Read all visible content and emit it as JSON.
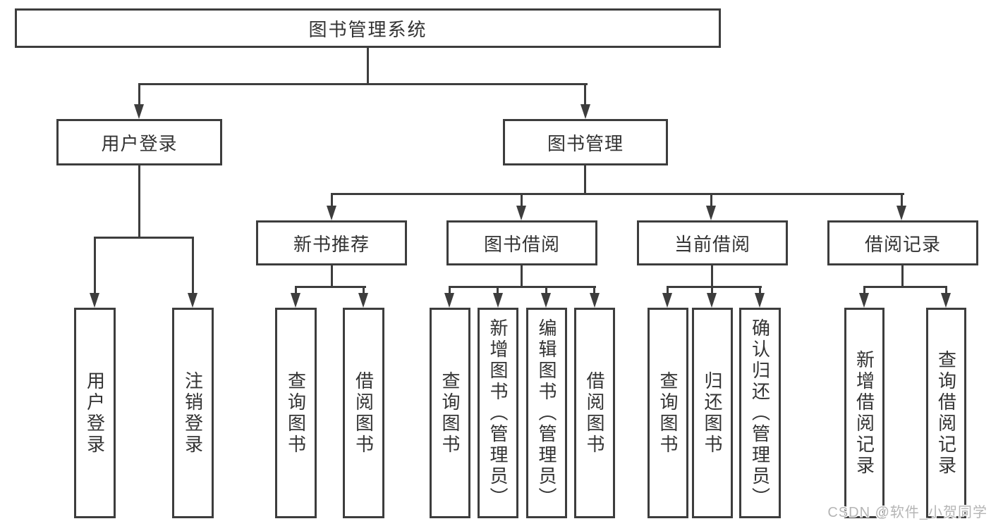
{
  "diagram": {
    "title": "图书管理系统",
    "nodes": {
      "root": {
        "label": "图书管理系统"
      },
      "level2": [
        {
          "id": "user-login",
          "label": "用户登录"
        },
        {
          "id": "book-management",
          "label": "图书管理"
        }
      ],
      "level3": [
        {
          "id": "new-book-recommend",
          "label": "新书推荐"
        },
        {
          "id": "book-borrowing",
          "label": "图书借阅"
        },
        {
          "id": "current-borrowing",
          "label": "当前借阅"
        },
        {
          "id": "borrowing-records",
          "label": "借阅记录"
        }
      ],
      "level4": {
        "user_login": [
          "用户登录",
          "注销登录"
        ],
        "new_book_recommend": [
          "查询图书",
          "借阅图书"
        ],
        "book_borrowing": [
          "查询图书",
          "新增图书（管理员）",
          "编辑图书（管理员）",
          "借阅图书"
        ],
        "current_borrowing": [
          "查询图书",
          "归还图书",
          "确认归还（管理员）"
        ],
        "borrowing_records": [
          "新增借阅记录",
          "查询借阅记录"
        ]
      }
    },
    "watermark": {
      "text": "CSDN @软件_小贺同学"
    },
    "colors": {
      "line": "#3d3d3d",
      "text": "#333333",
      "watermark": "#b5b5b5",
      "background": "#ffffff"
    }
  }
}
